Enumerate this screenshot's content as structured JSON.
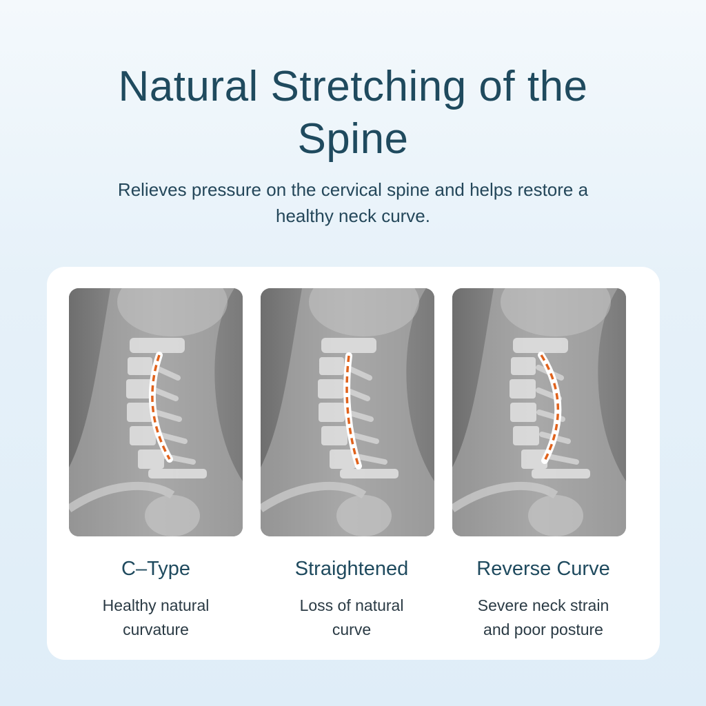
{
  "header": {
    "title": "Natural Stretching of the Spine",
    "subtitle": "Relieves pressure on the cervical spine and helps restore a healthy neck curve."
  },
  "panels": [
    {
      "label": "C–Type",
      "description": "Healthy natural curvature"
    },
    {
      "label": "Straightened",
      "description": "Loss of natural curve"
    },
    {
      "label": "Reverse Curve",
      "description": "Severe neck strain and poor posture"
    }
  ],
  "colors": {
    "curve": "#e0621c",
    "title": "#1f4a5e"
  }
}
